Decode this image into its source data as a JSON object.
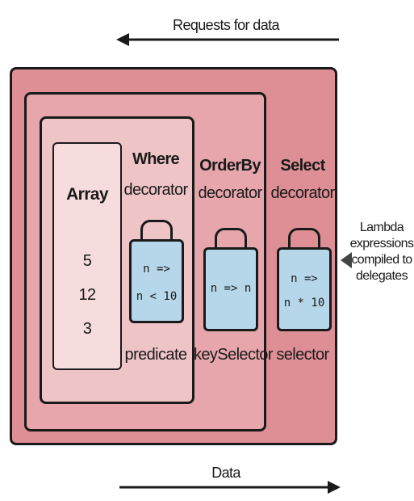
{
  "top_arrow_label": "Requests for data",
  "bottom_arrow_label": "Data",
  "array": {
    "title": "Array",
    "values": [
      "5",
      "12",
      "3"
    ]
  },
  "where": {
    "title": "Where",
    "subtitle": "decorator",
    "code": [
      "n =>",
      "n < 10"
    ],
    "param": "predicate"
  },
  "orderby": {
    "title": "OrderBy",
    "subtitle": "decorator",
    "code": [
      "n => n"
    ],
    "param": "keySelector"
  },
  "select": {
    "title": "Select",
    "subtitle": "decorator",
    "code": [
      "n =>",
      "n * 10"
    ],
    "param": "selector"
  },
  "side_note": [
    "Lambda",
    "expressions",
    "compiled to",
    "delegates"
  ],
  "colors": {
    "outer": "#de8f95",
    "middle": "#e6a6ab",
    "inner": "#efc4c7",
    "array": "#f7dcdd",
    "lock": "#b6d7ea"
  }
}
